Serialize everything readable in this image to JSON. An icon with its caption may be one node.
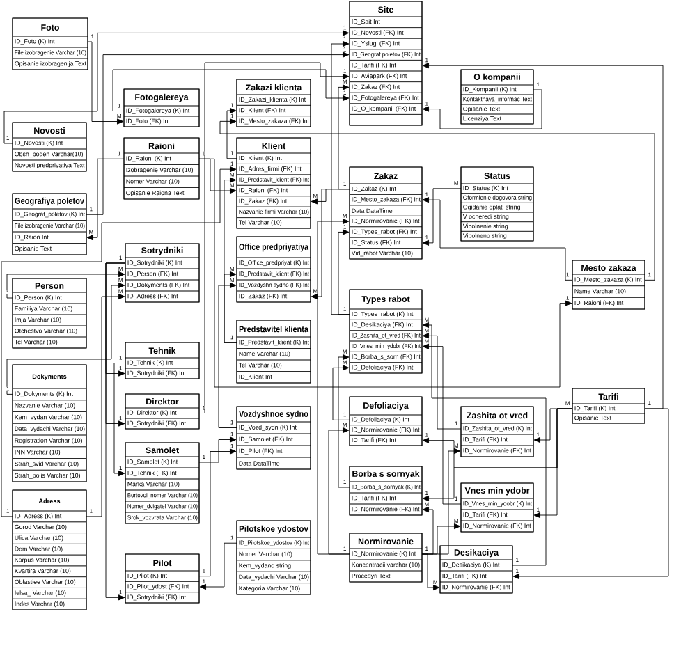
{
  "diagram": {
    "nodes": [
      {
        "text": [
          "Foto",
          "ID_Foto (K) Int",
          "File izobragenie Varchar (10)",
          "Opisanie izobragenija Text"
        ]
      },
      {
        "text": [
          "Site",
          "ID_Sait Int",
          "ID_Novosti (FK) Int",
          "ID_Yslugi (FK) Int",
          "ID_Geograf poletov (FK) Int",
          "ID_Tarifi (FK) Int",
          "ID_Aviapark (FK) Int",
          "ID_Zakaz (FK) Int",
          "ID_Fotogalereya (FK) Int",
          "ID_O_kompanii (FK) Int"
        ]
      },
      {
        "text": [
          "Fotogalereya",
          "ID_Fotogalereya (K) Int",
          "ID_Foto (FK) Int"
        ]
      },
      {
        "text": [
          "Zakazi klienta",
          "ID_Zakazi_klienta (K) Int",
          "ID_Klient (FK) Int",
          "ID_Mesto_zakaza (FK) Int"
        ]
      },
      {
        "text": [
          "O kompanii",
          "ID_Kompanii (K) Int",
          "Kontaktnaya_informac Text",
          "Opisanie Text",
          "Licenziya Text"
        ]
      },
      {
        "text": [
          "Novosti",
          "ID_Novosti (K) Int",
          "Obsh_pogen Varchar(10)",
          "Novosti predpriyatiya Text"
        ]
      },
      {
        "text": [
          "Raioni",
          "ID_Raioni (K) Int",
          "Izobragenie Varchar (10)",
          "Nomer Varchar (10)",
          "Opisanie Raiona Text"
        ]
      },
      {
        "text": [
          "Klient",
          "ID_Klient (K) Int",
          "ID_Adres_firmi (FK) Int",
          "ID_Predstavit_klient (FK) Int",
          "ID_Raioni (FK) Int",
          "ID_Zakaz (FK) Int",
          "Nazvanie firmi Varchar (10)",
          "Tel Varchar (10)"
        ]
      },
      {
        "text": [
          "Zakaz",
          "ID_Zakaz (K) Int",
          "ID_Mesto_zakaza (FK) Int",
          "Data DataTime",
          "ID_Normirovanie (FK) Int",
          "ID_Types_rabot (FK) Int",
          "ID_Status (FK) Int",
          "Vid_rabot Varchar (10)"
        ]
      },
      {
        "text": [
          "Status",
          "ID_Status (K) Int",
          "Oformlenie dogovora string",
          "Ogidanie oplati string",
          "V ocheredi string",
          "Vipolnenie string",
          "Vipolneno string"
        ]
      },
      {
        "text": [
          "Geografiya poletov",
          "ID_Geograf_poletov (K) Int",
          "File izobragenie Varchar (10)",
          "ID_Raion Int",
          "Opisanie Text"
        ]
      },
      {
        "text": [
          "Office predpriyatiya",
          "ID_Office_predpriyat (K) Int",
          "ID_Predstavit_klient (FK) Int",
          "ID_Vozdyshn sydno (FK) Int",
          "ID_Zakaz (FK) Int"
        ]
      },
      {
        "text": [
          "Sotrydniki",
          "ID_Sotrydniki (K) Int",
          "ID_Person (FK) Int",
          "ID_Dokyments (FK) Int",
          "ID_Adress (FK) Int"
        ]
      },
      {
        "text": [
          "Mesto zakaza",
          "ID_Mesto_zakaza (K) Int",
          "Name Varchar (10)",
          "ID_Raioni (FK) Int"
        ]
      },
      {
        "text": [
          "Person",
          "ID_Person (K) Int",
          "Familiya Varchar (10)",
          "Imja Varchar (10)",
          "Otchestvo Varchar (10)",
          "Tel Varchar (10)"
        ]
      },
      {
        "text": [
          "Types rabot",
          "ID_Types_rabot (K) Int",
          "ID_Desikaciya (FK) Int",
          "ID_Zashita_ot_vred (FK) Int",
          "ID_Vnes_min_ydobr (FK) Int",
          "ID_Borba_s_sorn (FK) Int",
          "ID_Defoliaciya (FK) Int"
        ]
      },
      {
        "text": [
          "Predstavitel klienta",
          "ID_Predstavit_klient (K) Int",
          "Name Varchar (10)",
          "Tel Varchar (10)",
          "ID_Klient Int"
        ]
      },
      {
        "text": [
          "Tehnik",
          "ID_Tehnik (K) Int",
          "ID_Sotrydniki (FK) Int"
        ]
      },
      {
        "text": [
          "Dokyments",
          "ID_Dokyments (K) Int",
          "Nazvanie Varchar (10)",
          "Kem_vydan Varchar (10)",
          "Data_vydachi Varchar (10)",
          "Registration Varchar (10)",
          "INN Varchar (10)",
          "Strah_svid Varchar (10)",
          "Strah_polis Varchar (10)"
        ]
      },
      {
        "text": [
          "Tarifi",
          "ID_Tarifi (K) Int",
          "Opisanie Text"
        ]
      },
      {
        "text": [
          "Direktor",
          "ID_Direktor (K) Int",
          "ID_Sotrydniki (FK) Int"
        ]
      },
      {
        "text": [
          "Defoliaciya",
          "ID_Defoliaciya (K) Int",
          "ID_Normirovanie (FK) Int",
          "ID_Tarifi (FK) Int"
        ]
      },
      {
        "text": [
          "Vozdyshnoe sydno",
          "ID_Vozd_sydn (K) Int",
          "ID_Samolet (FK) Int",
          "ID_Pilot (FK) Int",
          "Data DataTime"
        ]
      },
      {
        "text": [
          "Zashita ot vred",
          "ID_Zashita_ot_vred (K) Int",
          "ID_Tarifi (FK) Int",
          "ID_Normirovanie (FK) Int"
        ]
      },
      {
        "text": [
          "Samolet",
          "ID_Samolet (K) Int",
          "ID_Tehnik (FK) Int",
          "Marka Varchar (10)",
          "Bortovoi_nomer Varchar (10)",
          "Nomer_dvigatel Varchar (10)",
          "Srok_vozvrata Varchar (10)"
        ]
      },
      {
        "text": [
          "Borba s sornyak",
          "ID_Borba_s_sornyak (K) Int",
          "ID_Tarifi (FK) Int",
          "ID_Normirovanie (FK) Int"
        ]
      },
      {
        "text": [
          "Vnes min ydobr",
          "ID_Vnes_min_ydobr (K) Int",
          "ID_Tarifi (FK) Int",
          "ID_Normirovanie (FK) Int"
        ]
      },
      {
        "text": [
          "Adress",
          "ID_Adress (K) Int",
          "Gorod Varchar (10)",
          "Ulica Varchar (10)",
          "Dom Varchar (10)",
          "Korpus Varchar (10)",
          "Kvartira Varchar (10)",
          "Oblastiee Varchar (10)",
          "Ielsa_ Varchar (10)",
          "Indes Varchar (10)"
        ]
      },
      {
        "text": [
          "Pilotskoe ydostov",
          "ID_Pilotskoe_ydostov (K) Int",
          "Nomer Varchar (10)",
          "Kem_vydano string",
          "Data_vydachi Varchar (10)",
          "Kategoria Varchar (10)"
        ]
      },
      {
        "text": [
          "Normirovanie",
          "ID_Normirovanie (K) Int",
          "Koncentracii varchar (10)",
          "Procedyri Text"
        ]
      },
      {
        "text": [
          "Desikaciya",
          "ID_Desikaciya (K) Int",
          "ID_Tarifi (FK) Int",
          "ID_Normirovanie (FK) Int"
        ]
      },
      {
        "text": [
          "Pilot",
          "ID_Pilot (K) Int",
          "ID_Pilot_ydost (FK) Int",
          "ID_Sotrydniki (FK) Int"
        ]
      }
    ],
    "edges": [
      {
        "from": 0,
        "to": 2,
        "arrow": "to"
      },
      {
        "from": 5,
        "to": 1,
        "arrow": "to"
      },
      {
        "from": 10,
        "to": 1,
        "arrow": "to"
      },
      {
        "from": 2,
        "to": 1,
        "arrow": "to"
      },
      {
        "from": 19,
        "to": 1,
        "arrow": "to"
      },
      {
        "from": 4,
        "to": 1,
        "arrow": "to"
      },
      {
        "from": 20,
        "to": 1,
        "arrow": "to"
      },
      {
        "from": 8,
        "to": 1,
        "arrow": "to"
      },
      {
        "from": 15,
        "to": 1,
        "arrow": "to"
      },
      {
        "from": 6,
        "to": 10,
        "arrow": "to"
      },
      {
        "from": 6,
        "to": 7,
        "arrow": "to"
      },
      {
        "from": 6,
        "to": 13,
        "arrow": "to"
      },
      {
        "from": 7,
        "to": 3,
        "arrow": "to"
      },
      {
        "from": 13,
        "to": 3,
        "arrow": "to"
      },
      {
        "from": 13,
        "to": 8,
        "arrow": "to"
      },
      {
        "from": 9,
        "to": 8,
        "arrow": "to"
      },
      {
        "from": 8,
        "to": 7,
        "arrow": "to"
      },
      {
        "from": 8,
        "to": 11,
        "arrow": "to"
      },
      {
        "from": 15,
        "to": 8,
        "arrow": "to"
      },
      {
        "from": 29,
        "to": 8,
        "arrow": "to"
      },
      {
        "from": 16,
        "to": 7,
        "arrow": "to"
      },
      {
        "from": 16,
        "to": 11,
        "arrow": "to"
      },
      {
        "from": 22,
        "to": 11,
        "arrow": "to"
      },
      {
        "from": 24,
        "to": 22,
        "arrow": "to"
      },
      {
        "from": 31,
        "to": 22,
        "arrow": "to"
      },
      {
        "from": 28,
        "to": 31,
        "arrow": "to"
      },
      {
        "from": 14,
        "to": 12,
        "arrow": "to"
      },
      {
        "from": 18,
        "to": 12,
        "arrow": "to"
      },
      {
        "from": 27,
        "to": 12,
        "arrow": "to"
      },
      {
        "from": 27,
        "to": 7,
        "arrow": "to"
      },
      {
        "from": 12,
        "to": 17,
        "arrow": "to"
      },
      {
        "from": 12,
        "to": 20,
        "arrow": "to"
      },
      {
        "from": 12,
        "to": 31,
        "arrow": "to"
      },
      {
        "from": 17,
        "to": 24,
        "arrow": "to"
      },
      {
        "from": 19,
        "to": 21,
        "arrow": "to"
      },
      {
        "from": 19,
        "to": 23,
        "arrow": "to"
      },
      {
        "from": 19,
        "to": 25,
        "arrow": "to"
      },
      {
        "from": 19,
        "to": 26,
        "arrow": "to"
      },
      {
        "from": 19,
        "to": 30,
        "arrow": "to"
      },
      {
        "from": 29,
        "to": 21,
        "arrow": "to"
      },
      {
        "from": 29,
        "to": 23,
        "arrow": "to"
      },
      {
        "from": 29,
        "to": 25,
        "arrow": "to"
      },
      {
        "from": 29,
        "to": 26,
        "arrow": "to"
      },
      {
        "from": 29,
        "to": 30,
        "arrow": "to"
      },
      {
        "from": 30,
        "to": 15,
        "arrow": "to"
      },
      {
        "from": 23,
        "to": 15,
        "arrow": "to"
      },
      {
        "from": 26,
        "to": 15,
        "arrow": "to"
      },
      {
        "from": 25,
        "to": 15,
        "arrow": "to"
      },
      {
        "from": 21,
        "to": 15,
        "arrow": "to"
      }
    ],
    "labels": [
      "1",
      "M",
      "1",
      "1",
      "1",
      "1",
      "1",
      "1",
      "1",
      "1",
      "1",
      "1",
      "1",
      "1",
      "1",
      "M",
      "1",
      "1",
      "1",
      "M",
      "1",
      "M",
      "1",
      "1",
      "1",
      "1",
      "1",
      "1",
      "1",
      "M",
      "1",
      "M",
      "M",
      "1",
      "1",
      "M",
      "1",
      "M",
      "M",
      "1",
      "M",
      "1",
      "1",
      "1",
      "1",
      "1",
      "1",
      "1",
      "M",
      "1",
      "M",
      "1",
      "M",
      "1",
      "1",
      "1",
      "1",
      "1",
      "1",
      "1",
      "1",
      "M",
      "1",
      "1",
      "1",
      "1",
      "1",
      "M",
      "1",
      "M",
      "M",
      "M",
      "M",
      "1",
      "M",
      "1",
      "M",
      "1",
      "M",
      "1",
      "M",
      "1",
      "M"
    ]
  }
}
